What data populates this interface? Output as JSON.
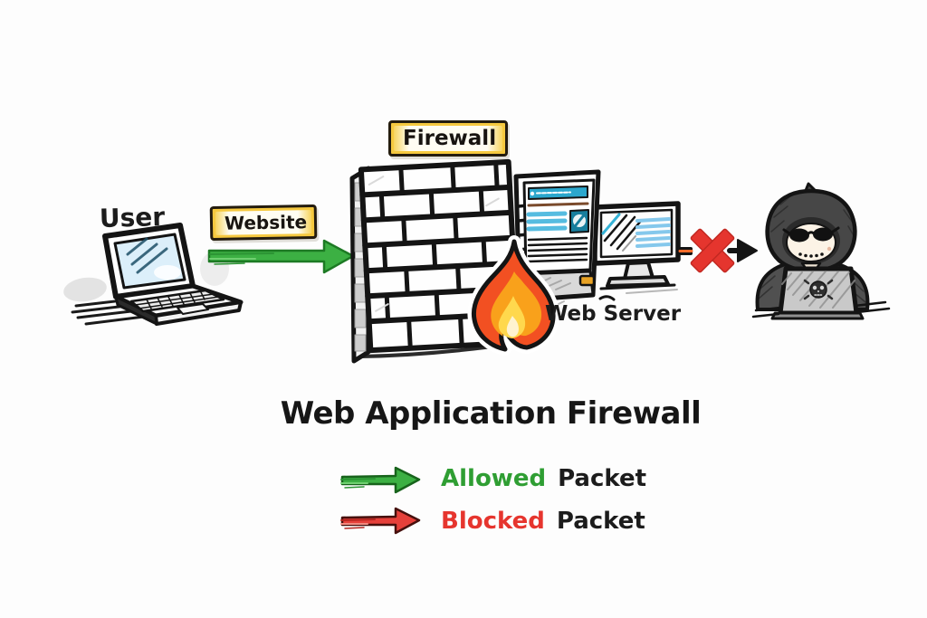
{
  "title": "Web Application Firewall",
  "nodes": {
    "user": "User",
    "website": "Website",
    "firewall": "Firewall",
    "web_server": "Web Server"
  },
  "legend": {
    "allowed": {
      "keyword": "Allowed",
      "noun": "Packet"
    },
    "blocked": {
      "keyword": "Blocked",
      "noun": "Packet"
    }
  },
  "icons": {
    "user_laptop": "laptop-icon",
    "allowed_arrow": "allowed-arrow-icon",
    "brick_wall": "brick-wall-icon",
    "flame": "flame-icon",
    "server_tower": "server-tower-icon",
    "monitor": "monitor-icon",
    "blocked_x": "blocked-x-icon",
    "attacker_arrow": "attacker-arrow-icon",
    "hacker": "hacker-icon",
    "legend_allowed_arrow": "legend-allowed-arrow-icon",
    "legend_blocked_arrow": "legend-blocked-arrow-icon"
  },
  "colors": {
    "allowed_green_text": "#2f9e33",
    "allowed_green_arrow": "#3cb043",
    "blocked_red_text": "#e6352e",
    "blocked_red_arrow": "#e6403a",
    "blocked_x_red": "#e5352e",
    "badge_yellow": "#f6c93f",
    "badge_border": "#241c0e",
    "accent_blue": "#2ba7cd",
    "flame_red": "#f25022",
    "flame_orange": "#f9a11b",
    "flame_yellow": "#ffd84d",
    "ink": "#1c1c1c"
  }
}
